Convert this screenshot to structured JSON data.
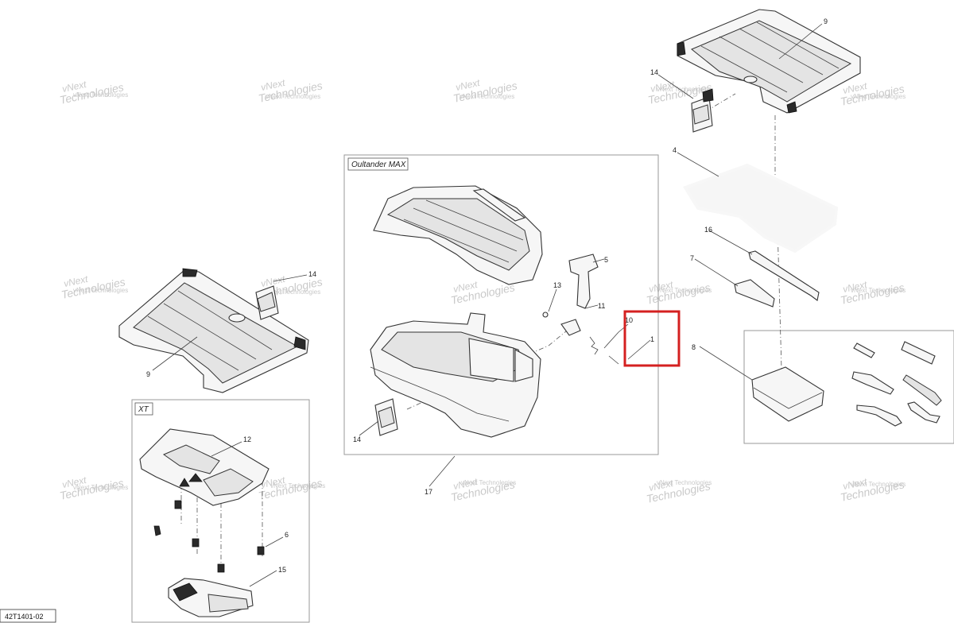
{
  "watermark": {
    "line1": "vNext",
    "line2": "Technologies",
    "small": "vNext Technologies"
  },
  "frames": {
    "max": "Oultander MAX",
    "xt": "XT"
  },
  "part_numbers": {
    "p1": "1",
    "p4": "4",
    "p5": "5",
    "p6": "6",
    "p8": "8",
    "p9_top": "9",
    "p9_left": "9",
    "p10": "10",
    "p11": "11",
    "p12": "12",
    "p13": "13",
    "p14_top": "14",
    "p14_left": "14",
    "p14_max": "14",
    "p15": "15",
    "p16": "16",
    "p7": "7",
    "p17": "17"
  },
  "highlight": {
    "target_part": "1",
    "color": "#d42020"
  },
  "figure_ref": "42T1401-02"
}
